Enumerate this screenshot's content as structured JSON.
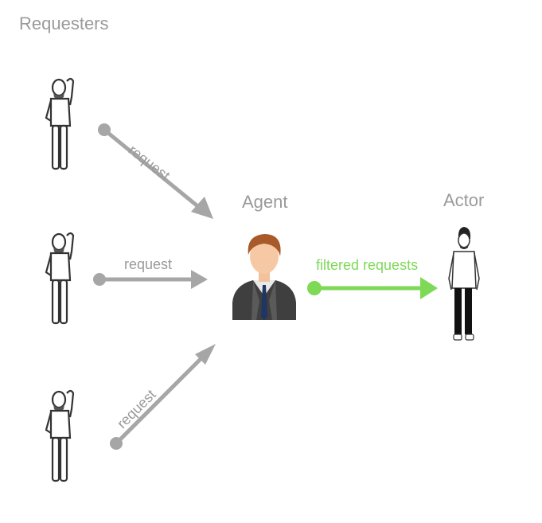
{
  "title": "Requesters",
  "agent_label": "Agent",
  "actor_label": "Actor",
  "request_labels": [
    "request",
    "request",
    "request"
  ],
  "filtered_label": "filtered requests",
  "colors": {
    "text": "#9a9a9a",
    "arrow": "#a6a6a6",
    "filtered_arrow": "#7ed957",
    "outline": "#333333"
  },
  "icons": {
    "requester": "person-waving-icon",
    "agent": "businessman-icon",
    "actor": "person-standing-icon"
  }
}
